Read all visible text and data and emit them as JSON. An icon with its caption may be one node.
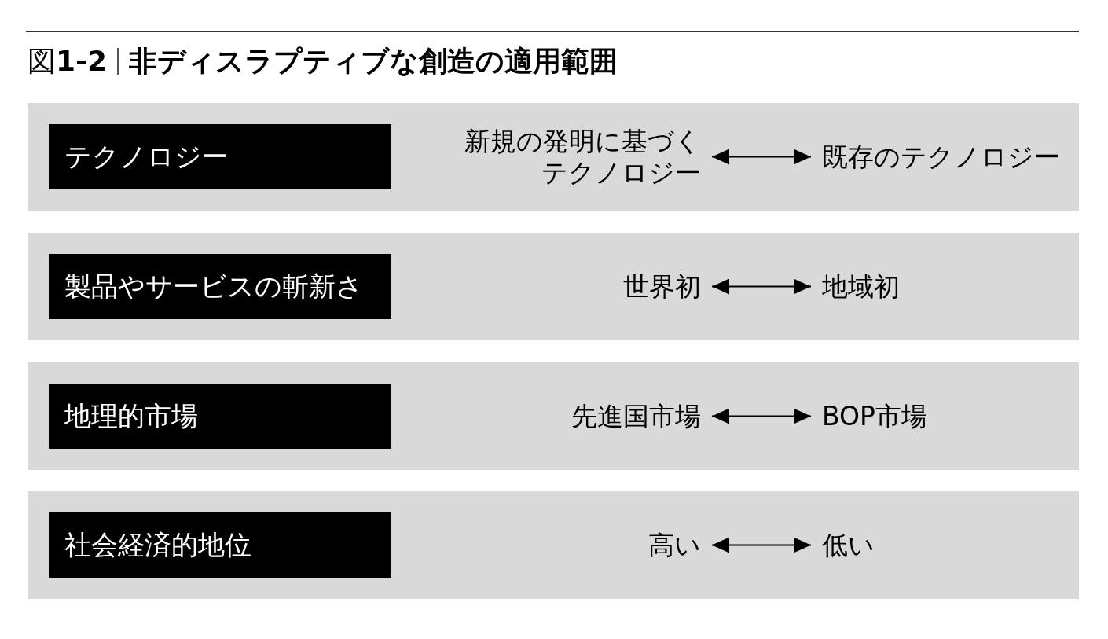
{
  "diagram": {
    "title": "非ディスラプティブな創造の適用範囲",
    "nodes": [
      {
        "text": [],
        "shape": "box"
      },
      {
        "text": [
          "テクノロジー"
        ],
        "in": 0
      },
      {
        "text": [
          "新規の発明に基づくテクノロジー"
        ],
        "in": 0
      },
      {
        "text": [
          "既存のテクノロジー"
        ],
        "in": 0
      },
      {
        "text": [],
        "shape": "box"
      },
      {
        "text": [
          "製品やサービスの斬新さ"
        ],
        "in": 4
      },
      {
        "text": [
          "世界初"
        ],
        "in": 4
      },
      {
        "text": [
          "地域初"
        ],
        "in": 4
      },
      {
        "text": [],
        "shape": "box"
      },
      {
        "text": [
          "地理的市場"
        ],
        "in": 8
      },
      {
        "text": [
          "先進国市場"
        ],
        "in": 8
      },
      {
        "text": [
          "BOP市場"
        ],
        "in": 8
      },
      {
        "text": [],
        "shape": "box"
      },
      {
        "text": [
          "社会経済的地位"
        ],
        "in": 12
      },
      {
        "text": [
          "高い"
        ],
        "in": 12
      },
      {
        "text": [
          "低い"
        ],
        "in": 12
      }
    ],
    "edges": [
      {
        "from": 2,
        "to": 3,
        "arrow": "both"
      },
      {
        "from": 6,
        "to": 7,
        "arrow": "both"
      },
      {
        "from": 10,
        "to": 11,
        "arrow": "both"
      },
      {
        "from": 14,
        "to": 15,
        "arrow": "both"
      }
    ],
    "labels": [
      "図**1-2**"
    ]
  }
}
